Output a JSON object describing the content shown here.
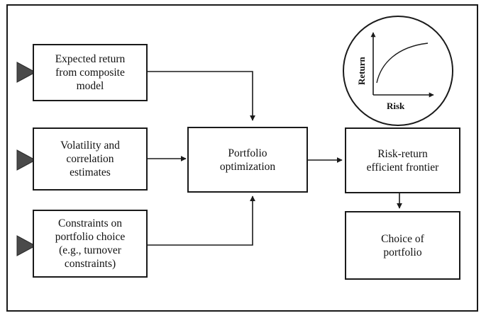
{
  "diagram": {
    "inputs": {
      "expected_return": "Expected return\nfrom composite\nmodel",
      "volatility": "Volatility and\ncorrelation\nestimates",
      "constraints": "Constraints on\nportfolio choice\n(e.g., turnover\nconstraints)"
    },
    "optimization": "Portfolio\noptimization",
    "frontier": "Risk-return\nefficient frontier",
    "choice": "Choice of\nportfolio",
    "inset": {
      "y_axis_label": "Return",
      "x_axis_label": "Risk"
    }
  },
  "colors": {
    "line": "#1a1a1a",
    "input_marker": "#4a4a4a"
  }
}
